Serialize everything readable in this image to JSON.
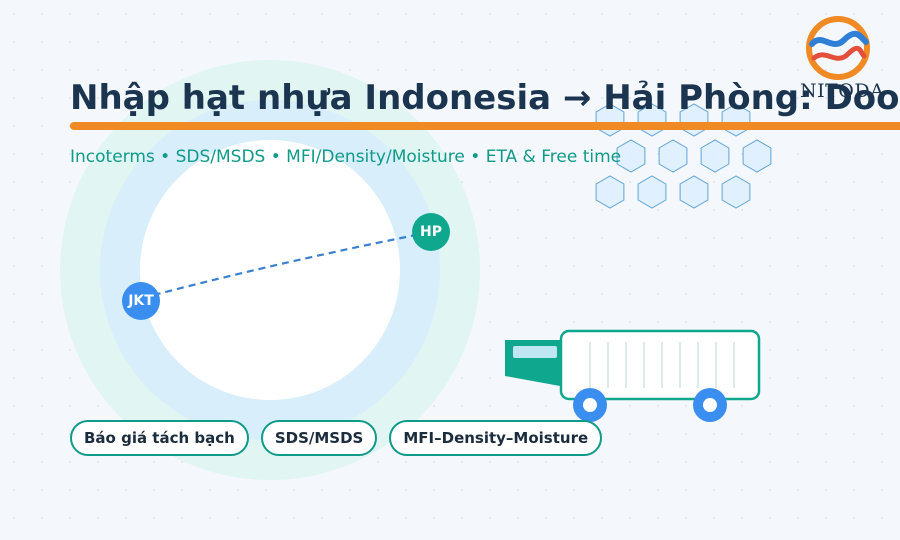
{
  "header": {
    "title": "Nhập hạt nhựa Indonesia → Hải Phòng: Door",
    "subtitle": "Incoterms • SDS/MSDS • MFI/Density/Moisture • ETA & Free time"
  },
  "logo": {
    "text": "NITODA"
  },
  "route": {
    "origin": "JKT",
    "destination": "HP"
  },
  "tags": [
    "Báo giá tách bạch",
    "SDS/MSDS",
    "MFI–Density–Moisture"
  ],
  "colors": {
    "title": "#1b3550",
    "accent_orange": "#f08a24",
    "teal": "#0fa88e",
    "blue": "#3a8ef0",
    "light_blue": "#d8eefa",
    "hex_fill": "#dcefff"
  }
}
